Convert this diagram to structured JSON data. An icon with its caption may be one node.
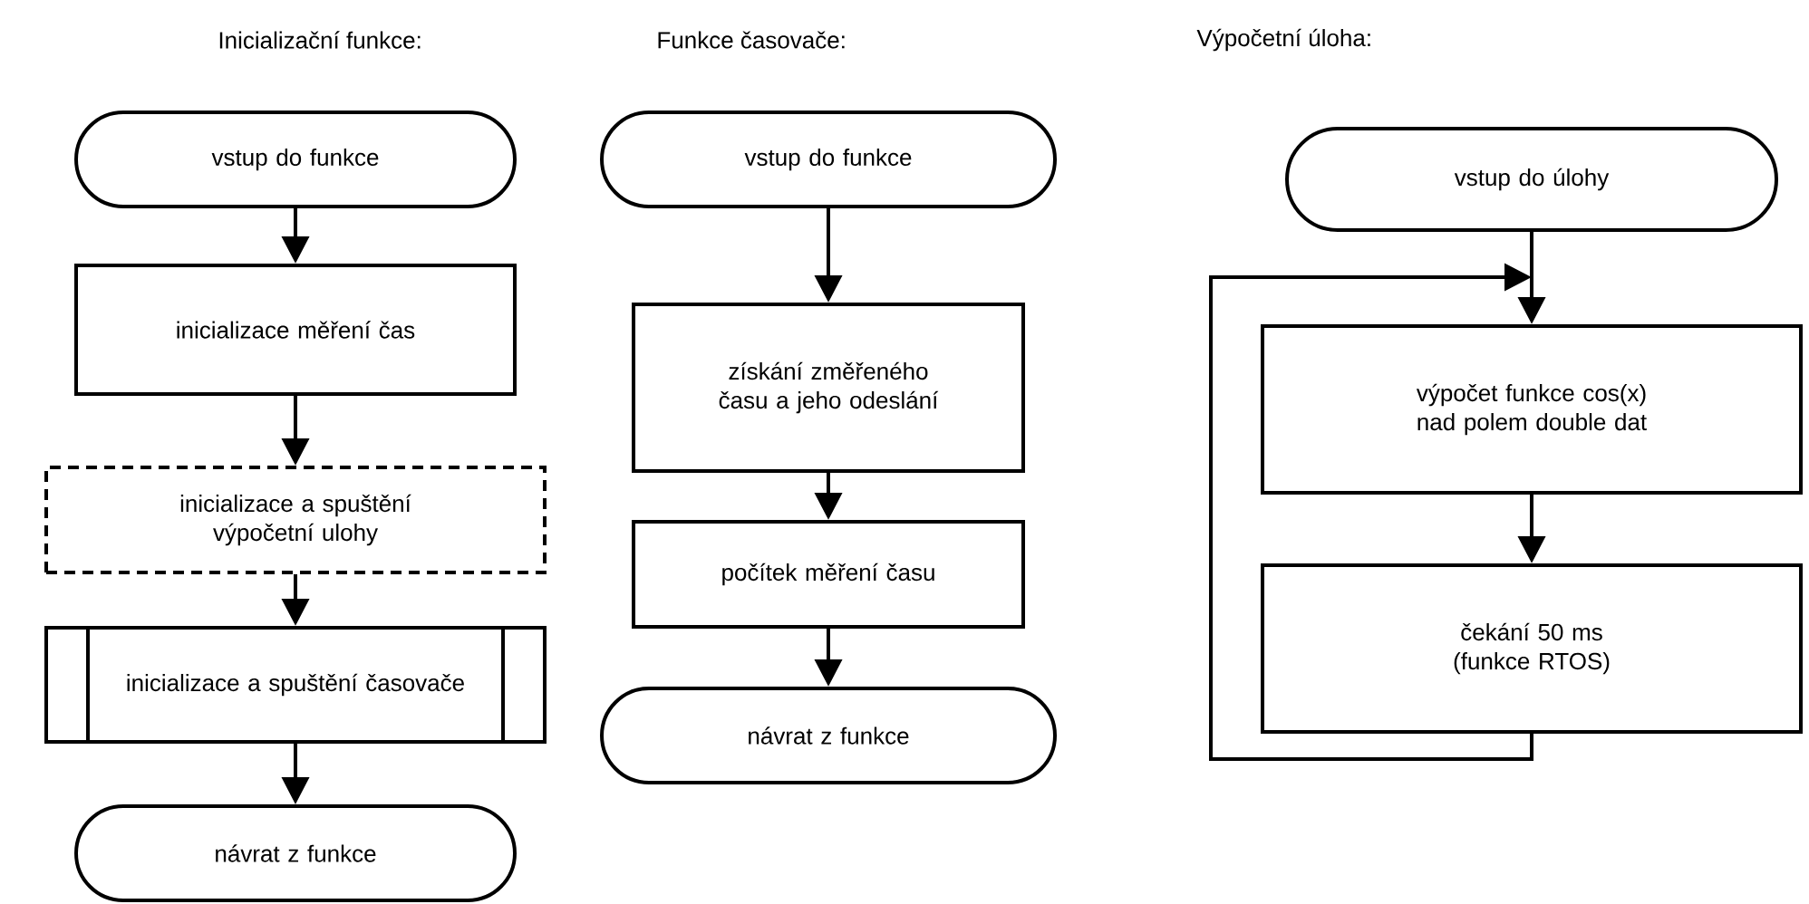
{
  "diagram": {
    "nodes": [
      {
        "text": [
          "vstup do funkce"
        ]
      },
      {
        "text": [
          "inicializace měření čas"
        ]
      },
      {
        "text": [
          "inicializace a spuštění výpočetní ulohy"
        ]
      },
      {
        "text": [
          "inicializace a spuštění časovače"
        ]
      },
      {
        "text": [
          "návrat z funkce"
        ]
      },
      {
        "text": [
          "vstup do funkce"
        ]
      },
      {
        "text": [
          "získání změřeného času a jeho odeslání"
        ]
      },
      {
        "text": [
          "počítek měření času"
        ]
      },
      {
        "text": [
          "návrat z funkce"
        ]
      },
      {
        "text": [
          "vstup do úlohy"
        ]
      },
      {
        "text": [
          "výpočet funkce cos(x) nad polem double dat"
        ]
      },
      {
        "text": [
          "čekání 50 ms (funkce RTOS)"
        ]
      }
    ],
    "edges": [
      {
        "from": 0,
        "to": 1,
        "arrow": "to"
      },
      {
        "from": 1,
        "to": 2,
        "arrow": "to"
      },
      {
        "from": 2,
        "to": 3,
        "arrow": "to"
      },
      {
        "from": 3,
        "to": 4,
        "arrow": "to"
      },
      {
        "from": 5,
        "to": 6,
        "arrow": "to"
      },
      {
        "from": 6,
        "to": 7,
        "arrow": "to"
      },
      {
        "from": 7,
        "to": 8,
        "arrow": "to"
      },
      {
        "from": 9,
        "to": 10,
        "arrow": "to"
      },
      {
        "from": 10,
        "to": 11,
        "arrow": "to"
      },
      {
        "from": 11,
        "to": 10,
        "arrow": "to"
      }
    ],
    "labels": [
      "Inicializační funkce:",
      "Funkce časovače:",
      "Výpočetní úloha:"
    ]
  }
}
